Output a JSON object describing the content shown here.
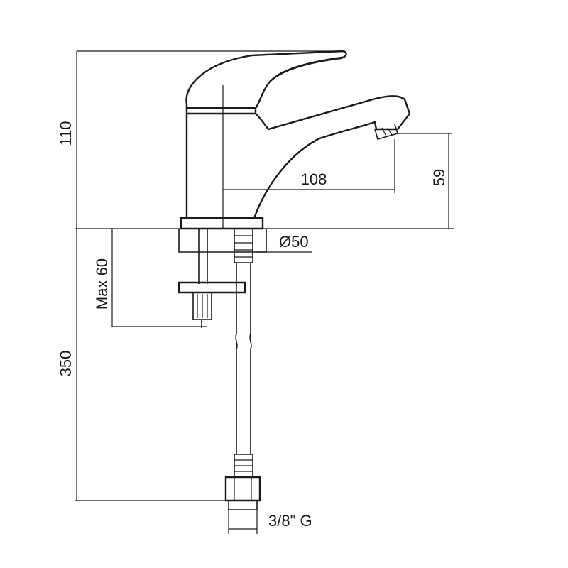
{
  "diagram": {
    "dimensions": {
      "top_height": "110",
      "spout_reach": "108",
      "spout_height": "59",
      "base_diameter": "Ø50",
      "max_deck_thickness": "Max 60",
      "hose_length": "350",
      "thread": "3/8\" G"
    }
  }
}
